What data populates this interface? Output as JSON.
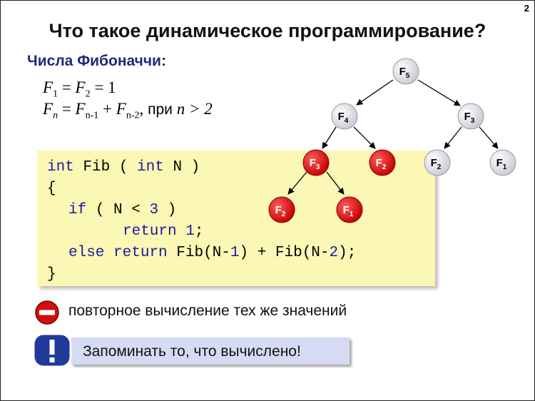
{
  "page_number": "2",
  "title": "Что такое динамическое программирование?",
  "subtitle": "Числа Фибоначчи:",
  "formula_line1": {
    "f1": "F",
    "s1": "1",
    "eq1": " = ",
    "f2": "F",
    "s2": "2",
    "rest": " = 1"
  },
  "formula_line2": {
    "fn": "F",
    "sn": "n",
    "eq": " = ",
    "fa": "F",
    "sa": "n-1",
    "plus": " + ",
    "fb": "F",
    "sb": "n-2",
    "comma": ",",
    "pri": " при ",
    "cond": "n > 2"
  },
  "code": {
    "l1": {
      "kw1": "int",
      "a": " Fib ( ",
      "kw2": "int",
      "b": " N )"
    },
    "l2": "{",
    "l3": {
      "kw": "if",
      "a": " ( N < ",
      "n": "3",
      "b": " )"
    },
    "l4": {
      "kw": "return",
      "sp": " ",
      "n": "1",
      "b": ";"
    },
    "l5": {
      "kw1": "else",
      "sp": " ",
      "kw2": "return",
      "a": " Fib(N-",
      "n1": "1",
      "b": ") + Fib(N-",
      "n2": "2",
      "c": ");"
    },
    "l6": "}"
  },
  "tree": {
    "nodes": [
      {
        "id": "f5-root",
        "letter": "F",
        "sub": "5",
        "color": "#e8e8ee",
        "text_color": "#000000"
      },
      {
        "id": "f4",
        "letter": "F",
        "sub": "4",
        "color": "#e8e8ee",
        "text_color": "#000000"
      },
      {
        "id": "f3-right",
        "letter": "F",
        "sub": "3",
        "color": "#e8e8ee",
        "text_color": "#000000"
      },
      {
        "id": "f3-left",
        "letter": "F",
        "sub": "3",
        "color": "#e01010",
        "text_color": "#ffffff"
      },
      {
        "id": "f2-mid",
        "letter": "F",
        "sub": "2",
        "color": "#e01010",
        "text_color": "#ffffff"
      },
      {
        "id": "f2-right",
        "letter": "F",
        "sub": "2",
        "color": "#e8e8ee",
        "text_color": "#000000"
      },
      {
        "id": "f1-right",
        "letter": "F",
        "sub": "1",
        "color": "#e8e8ee",
        "text_color": "#000000"
      },
      {
        "id": "f2-bottom",
        "letter": "F",
        "sub": "2",
        "color": "#e01010",
        "text_color": "#ffffff"
      },
      {
        "id": "f1-bottom",
        "letter": "F",
        "sub": "1",
        "color": "#e01010",
        "text_color": "#ffffff"
      }
    ]
  },
  "note_repeat": "повторное вычисление тех же значений",
  "note_memo": "Запоминать то, что вычислено!",
  "icons": {
    "stop": "no-entry-icon",
    "warning": "exclamation-icon"
  },
  "colors": {
    "code_bg": "#fbf7b4",
    "keyword": "#1a1aa6",
    "subtitle": "#1f2a7a",
    "warn_bg": "#d6dbf4",
    "red": "#e01010",
    "warn_icon": "#1f3a9a"
  }
}
